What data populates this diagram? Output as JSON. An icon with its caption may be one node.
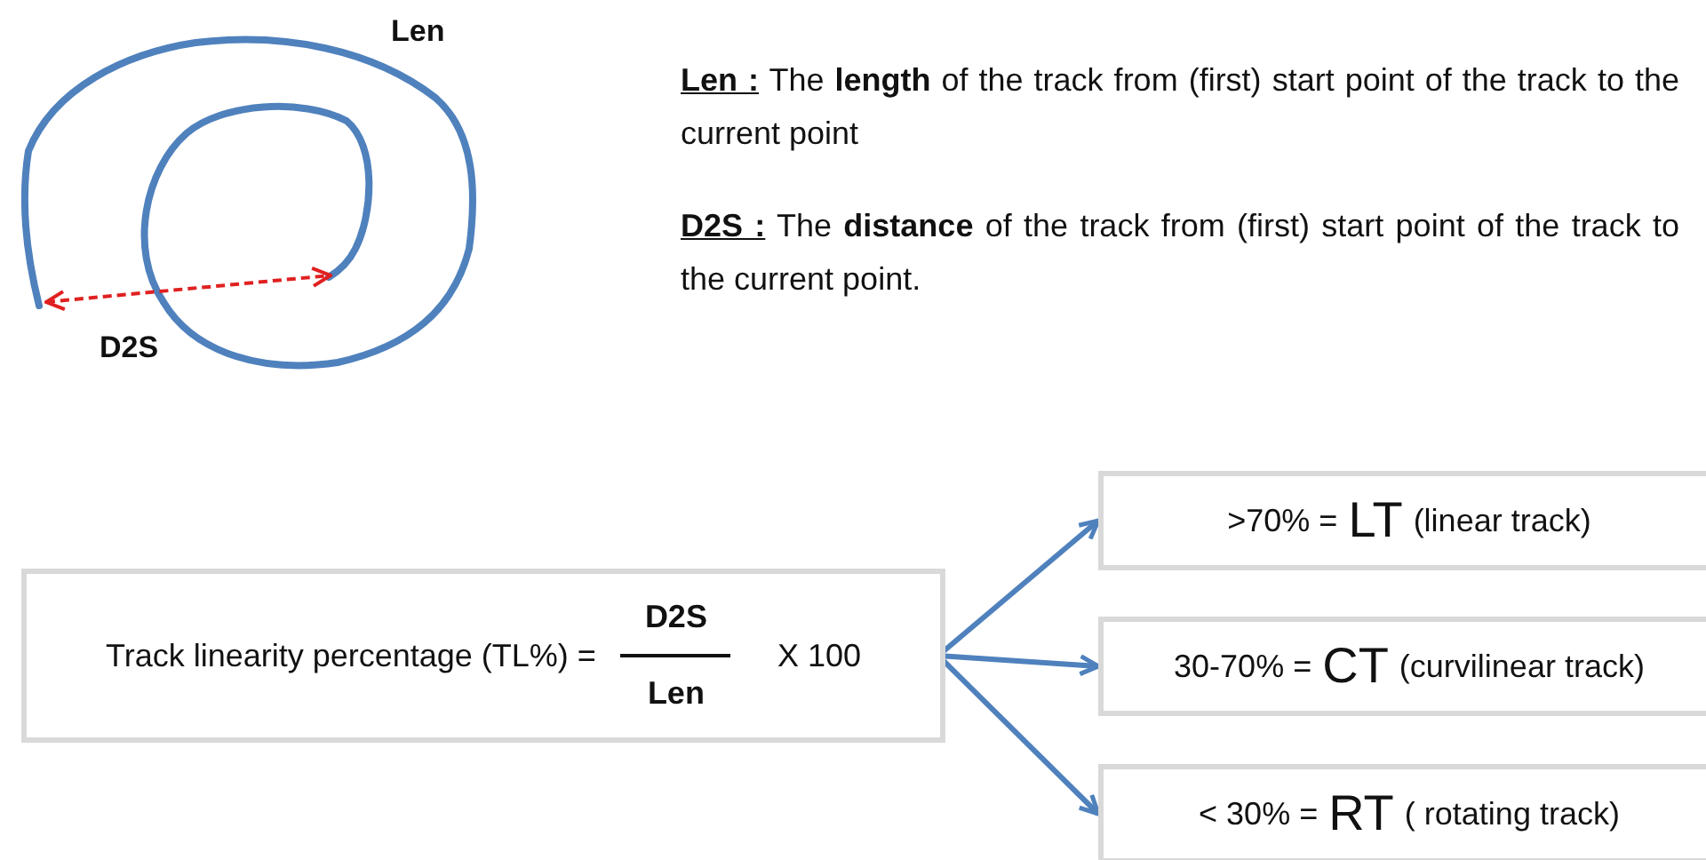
{
  "diagram": {
    "nodes": [
      {
        "text": [
          "Track linearity percentage (TL%) =",
          "D2S",
          "Len",
          "X 100"
        ]
      },
      {
        "text": [
          ">70% =",
          "LT",
          "(linear track)"
        ]
      },
      {
        "text": [
          "30-70% =",
          "CT",
          "(curvilinear track)"
        ]
      },
      {
        "text": [
          "< 30% =",
          "RT",
          "( rotating track)"
        ]
      }
    ],
    "edges": [
      {
        "from": 0,
        "to": 1,
        "arrow": "to"
      },
      {
        "from": 0,
        "to": 2,
        "arrow": "to"
      },
      {
        "from": 0,
        "to": 3,
        "arrow": "to"
      }
    ],
    "labels": [
      "Len",
      "D2S",
      "Len :",
      "The **length** of the track from (first) start point of the track to the current point",
      "D2S :",
      "The **distance** of the track from (first) start point of the track to the current point."
    ]
  }
}
